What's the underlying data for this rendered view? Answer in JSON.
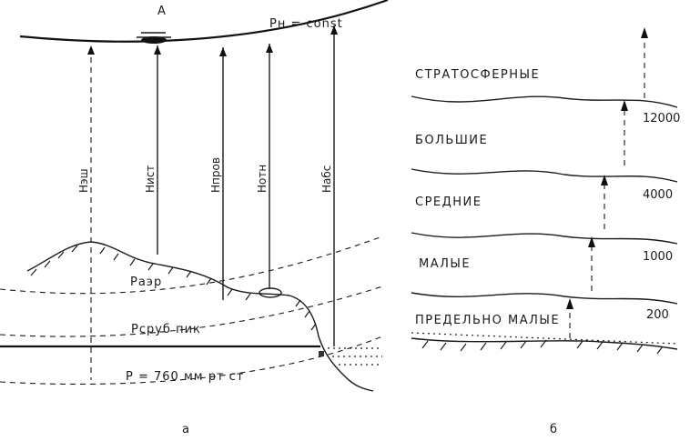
{
  "panel_a": {
    "aircraft_label": "A",
    "pressure_label": "Pн = const",
    "heights": [
      "Нэш",
      "Нист",
      "Нпров",
      "Нотн",
      "Набс"
    ],
    "level_labels": {
      "aerodrome": "Pаэр",
      "reference": "Pсруб пик",
      "standard": "P = 760 мм рт ст"
    },
    "caption": "а"
  },
  "panel_b": {
    "categories": [
      "СТРАТОСФЕРНЫЕ",
      "БОЛЬШИЕ",
      "СРЕДНИЕ",
      "МАЛЫЕ",
      "ПРЕДЕЛЬНО МАЛЫЕ"
    ],
    "altitudes": [
      "12000",
      "4000",
      "1000",
      "200"
    ],
    "caption": "б"
  }
}
